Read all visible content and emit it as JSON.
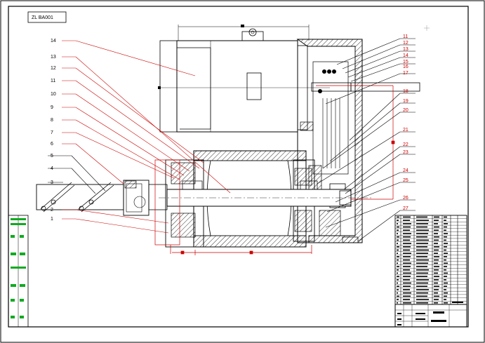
{
  "sheet": {
    "corner_tag": "ZL BA001"
  },
  "callouts_left": [
    "14",
    "13",
    "12",
    "11",
    "10",
    "9",
    "8",
    "7",
    "6",
    "5",
    "4",
    "3",
    "2",
    "1"
  ],
  "callouts_right": [
    "11",
    "12",
    "13",
    "14",
    "15",
    "16",
    "17",
    "18",
    "19",
    "20",
    "21",
    "22",
    "23",
    "24",
    "25",
    "26",
    "27"
  ],
  "colors": {
    "outline": "#000000",
    "leader": "#cc0000",
    "hatch": "#000000",
    "stamp": "#11aa22",
    "background": "#ffffff"
  },
  "icons": [
    "lifting-eye-icon",
    "crosshair-icon"
  ]
}
